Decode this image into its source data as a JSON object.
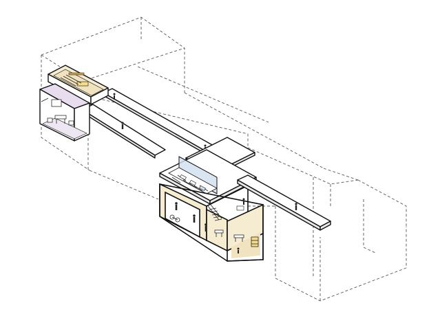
{
  "diagram": {
    "colors": {
      "background": "#ffffff",
      "line": "#111111",
      "dashed_outline": "#555555",
      "slab_top": "#ffffff",
      "slab_side": "#e8e8e8",
      "warm_interior": "#f6ecd2",
      "warm_floor": "#f1e3bf",
      "purple_interior": "#e8dcef",
      "glass_blue": "#cfe0ef",
      "furniture_yellow": "#f3dc8c"
    },
    "components": [
      "dashed-building-envelope",
      "upper-left-office-module",
      "lower-left-lounge-module",
      "long-walkway-bridge",
      "central-floor-slabs",
      "glazed-workshop-room",
      "ground-level-cutaway-rooms",
      "spiral-stair",
      "right-walkway-bridge",
      "right-dashed-volume"
    ],
    "labels": []
  }
}
